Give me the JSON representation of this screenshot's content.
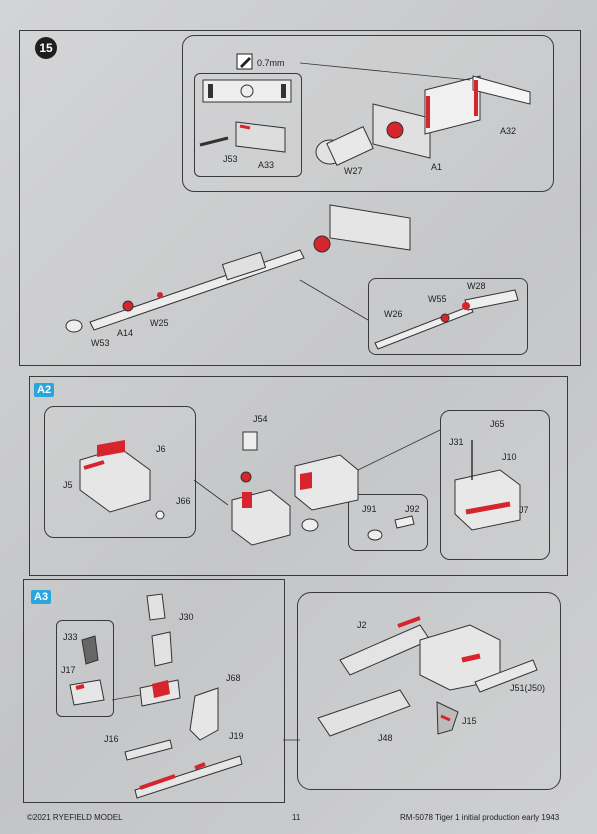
{
  "steps": {
    "s15": {
      "number": "15",
      "note_size": "0.7mm",
      "parts": [
        "J53",
        "A33",
        "W27",
        "A1",
        "A32",
        "W25",
        "A14",
        "W53",
        "W26",
        "W55",
        "W28"
      ]
    },
    "a2": {
      "tag": "A2",
      "parts": [
        "J54",
        "J6",
        "J5",
        "J66",
        "J65",
        "J31",
        "J10",
        "J91",
        "J92",
        "J7"
      ]
    },
    "a3": {
      "tag": "A3",
      "parts": [
        "J30",
        "J33",
        "J17",
        "J68",
        "J16",
        "J19",
        "J2",
        "J51(J50)",
        "J15",
        "J48"
      ]
    }
  },
  "footer": {
    "left": "©2021 RYEFIELD MODEL",
    "page": "11",
    "right": "RM-5078  Tiger 1 initial production early 1943"
  },
  "colors": {
    "accent_red": "#d6252c",
    "step_tag_blue": "#2aa6df",
    "line": "#333333"
  },
  "icons": [
    "pencil-icon",
    "step-number-badge"
  ]
}
